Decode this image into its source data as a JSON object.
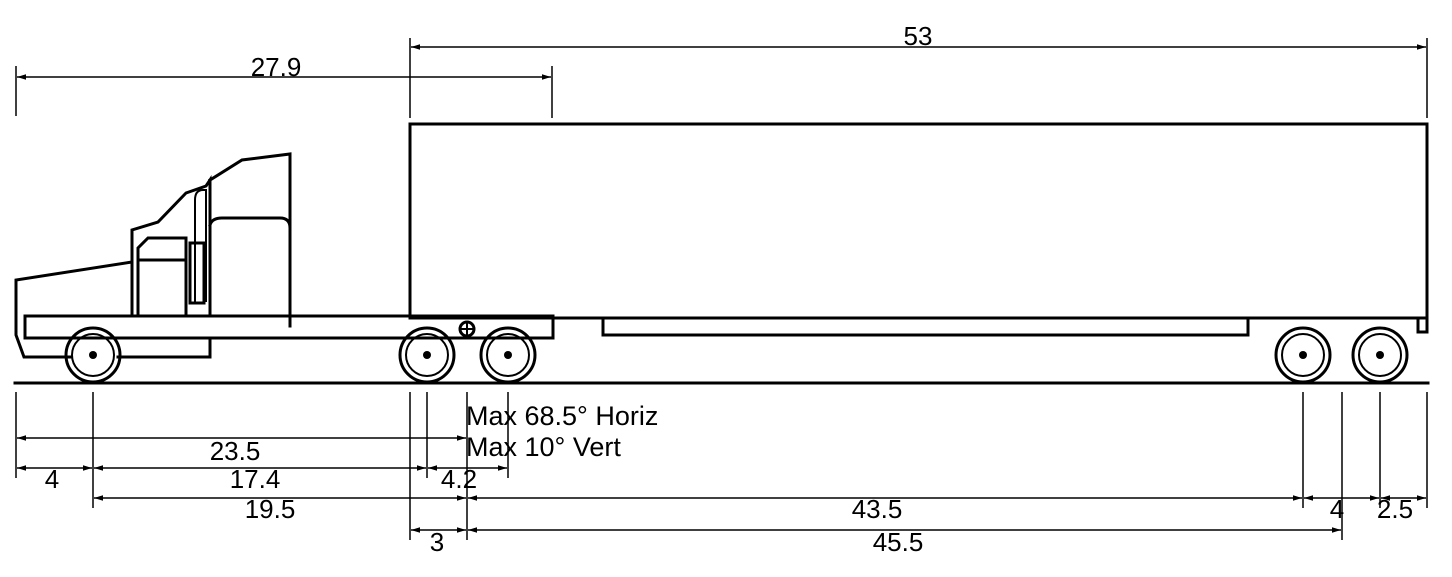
{
  "dimensions": {
    "trailer_length": "53",
    "cab_to_fifth": "27.9",
    "front_to_kingpin": "23.5",
    "front_overhang": "4",
    "wheelbase": "17.4",
    "tandem_spread": "4.2",
    "steer_to_drive": "19.5",
    "kingpin_to_tandem": "43.5",
    "trailer_tandem_spread": "4",
    "rear_overhang": "2.5",
    "kingpin_setback": "3",
    "kingpin_to_rear_axle": "45.5"
  },
  "notes": {
    "horizontal_articulation": "Max 68.5° Horiz",
    "vertical_articulation": "Max 10° Vert"
  },
  "colors": {
    "stroke": "#000000",
    "background": "#ffffff"
  }
}
